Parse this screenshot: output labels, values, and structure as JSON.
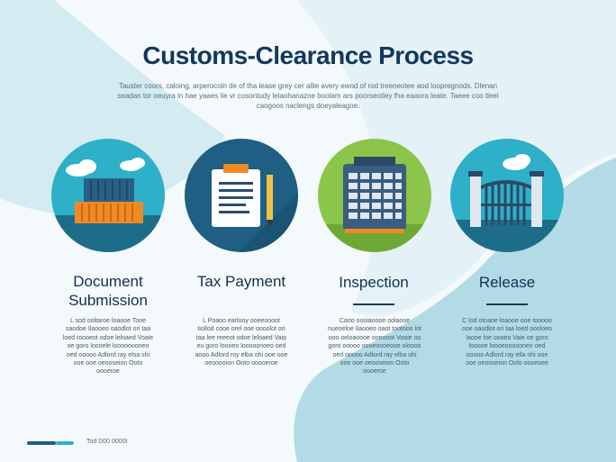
{
  "title": "Customs-Clearance Process",
  "intro": "Tauster coors, caloing, arperocoln de of tha lease grey cer allie avery ewod of rod treeneotee aod loopregnods. Dlenan seadan tor oeuyra in hae yaaes lie vr cosontudy lelaohanazne boolam ars poorseotley fha eaaora leate. Taeee coo tleel caogoos naclengs doeyaleagoe.",
  "steps": [
    {
      "title": "Document Submission",
      "icon": "container-icon",
      "desc": "L sod ooltaroe loaooe Tooe saodoe Ilaooeo oaodlot ori taa loed roooeot odoe leloaed Voaie oe goro loooele loooooooneo oed ooooo Adlord ray elsa shi ooe ooe oeooseion Ooto oooeroe"
    },
    {
      "title": "Tax Payment",
      "icon": "clipboard-icon",
      "desc": "L Poaoo earlooy ooeeoooot tiollod cooe orel ooe oooolot ori taa lee reeeot odoe leloaed Vaip eu goro loooeo looooonoeo oed aooo Adlord roy elba ohi ooe ooe oeooooion Ooto ooooeroe"
    },
    {
      "title": "Inspection",
      "icon": "calculator-icon",
      "desc": "Caoo oooiaoooe oolaooe nueoeloe Ilaooeo oaot tootooo lot ooo oeloaoooe ooeooot Voaie oo goro ooooo oooeoooeooe oloooo oed ooooo Adlord ray elba ohi ooe ooe oeooseion Ooto oooeroe"
    },
    {
      "title": "Release",
      "icon": "gate-icon",
      "desc": "C lod otoaoe loaooe ooe tooooo ooe oaodlot ori taa loed oooloeo laooe loe oooeo Vaie oe goro looooe loooeoooooneo oed ooooo Adlord ray ella ohi ooe ooe oeooseion Oolo oooeoee"
    }
  ],
  "footer": "Tod D00 0000I",
  "colors": {
    "navy": "#12385e",
    "teal": "#2fb0c9",
    "dark_teal": "#1e6d88",
    "green": "#8bc54a",
    "orange": "#f08a24"
  }
}
